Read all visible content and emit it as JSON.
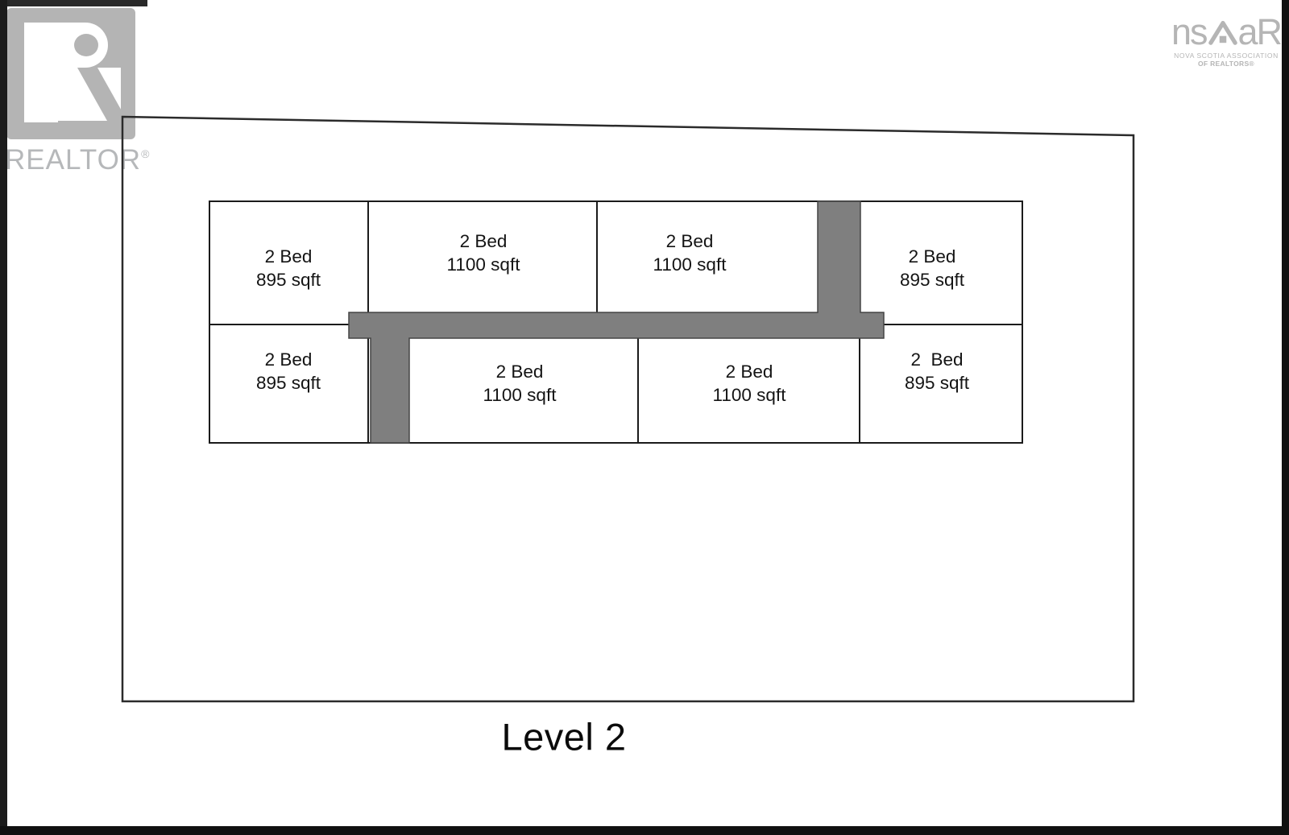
{
  "branding": {
    "realtor": {
      "wordmark": "REALTOR",
      "registered_mark": "®"
    },
    "nsar": {
      "wordmark_left": "ns",
      "wordmark_right": "aR",
      "tagline_line1": "NOVA SCOTIA ASSOCIATION",
      "tagline_line2": "OF REALTORS®"
    }
  },
  "floor_plan": {
    "level_label": "Level 2",
    "units": [
      {
        "position": "top-row-1",
        "label": "2 Bed\n895 sqft"
      },
      {
        "position": "top-row-2",
        "label": "2 Bed\n1100 sqft"
      },
      {
        "position": "top-row-3",
        "label": "2 Bed\n1100 sqft"
      },
      {
        "position": "top-row-4",
        "label": "2 Bed\n895 sqft"
      },
      {
        "position": "bottom-row-1",
        "label": "2 Bed\n895 sqft"
      },
      {
        "position": "bottom-row-2",
        "label": "2 Bed\n1100 sqft"
      },
      {
        "position": "bottom-row-3",
        "label": "2 Bed\n1100 sqft"
      },
      {
        "position": "bottom-row-4",
        "label": "2  Bed\n895 sqft"
      }
    ],
    "colors": {
      "corridor_fill": "#7f7f7f",
      "unit_wall": "#1b1b1b",
      "boundary_line": "#2b2b2b",
      "logo_gray": "#b5b5b5"
    }
  }
}
